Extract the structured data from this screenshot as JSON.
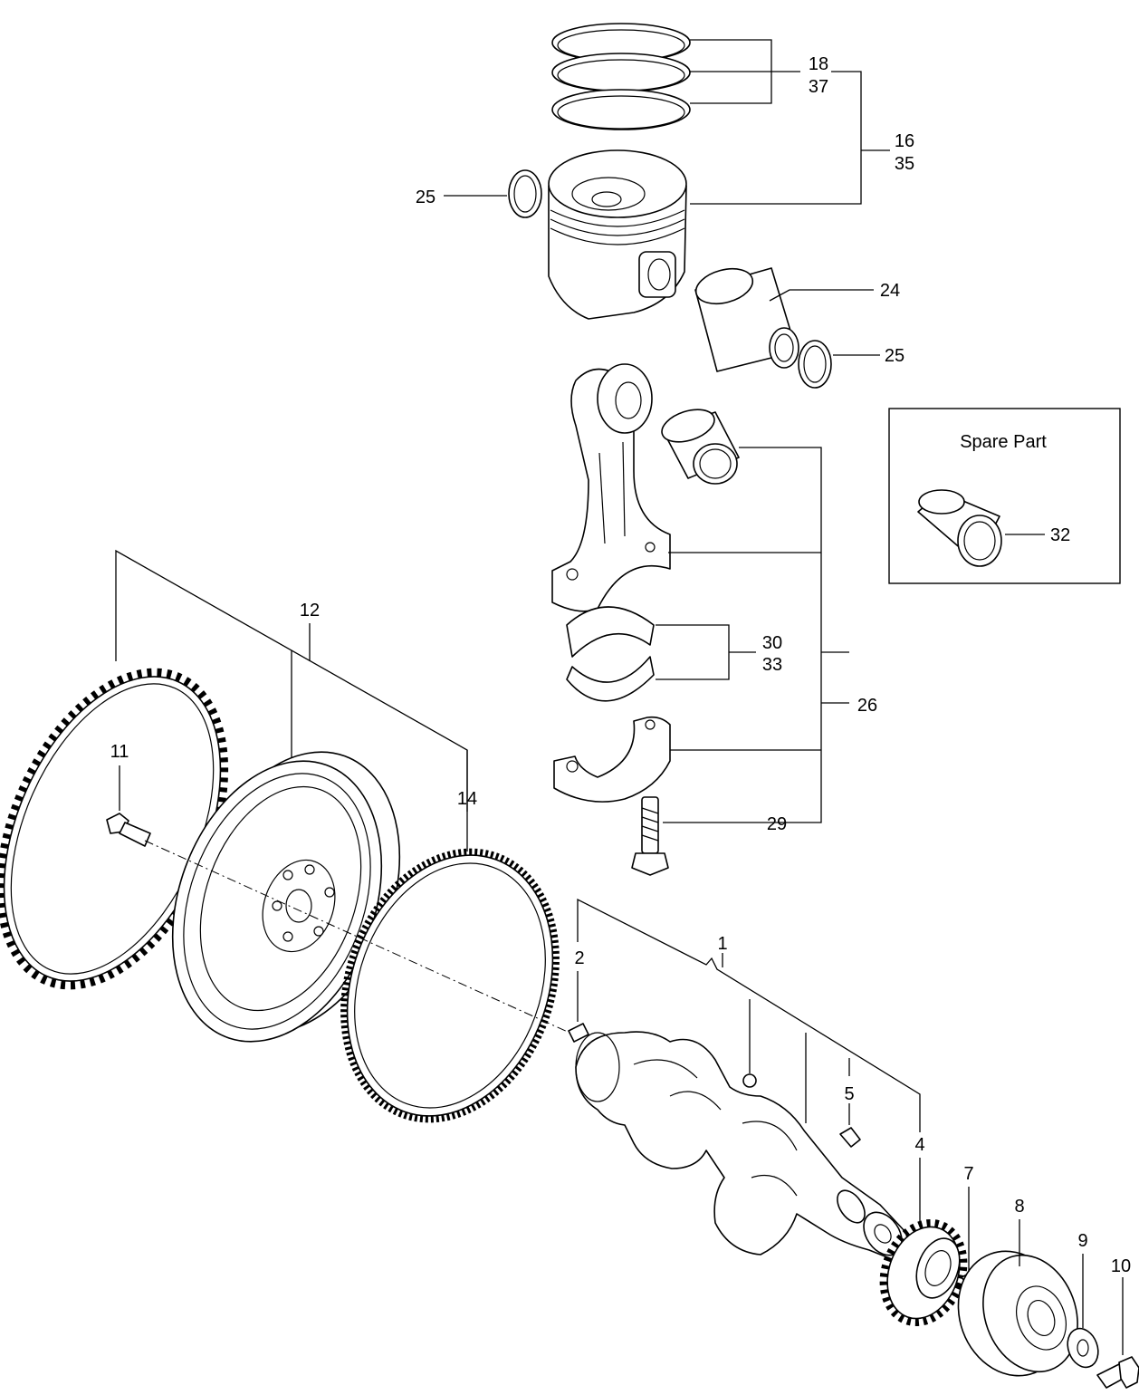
{
  "spare_part_box": {
    "title": "Spare  Part",
    "label": "32"
  },
  "callouts": {
    "c18": "18",
    "c37": "37",
    "c16": "16",
    "c35": "35",
    "c25a": "25",
    "c25b": "25",
    "c24": "24",
    "c26": "26",
    "c30": "30",
    "c33": "33",
    "c29": "29",
    "c12": "12",
    "c11": "11",
    "c14": "14",
    "c1": "1",
    "c2": "2",
    "c5": "5",
    "c4": "4",
    "c7": "7",
    "c8": "8",
    "c9": "9",
    "c10": "10"
  }
}
